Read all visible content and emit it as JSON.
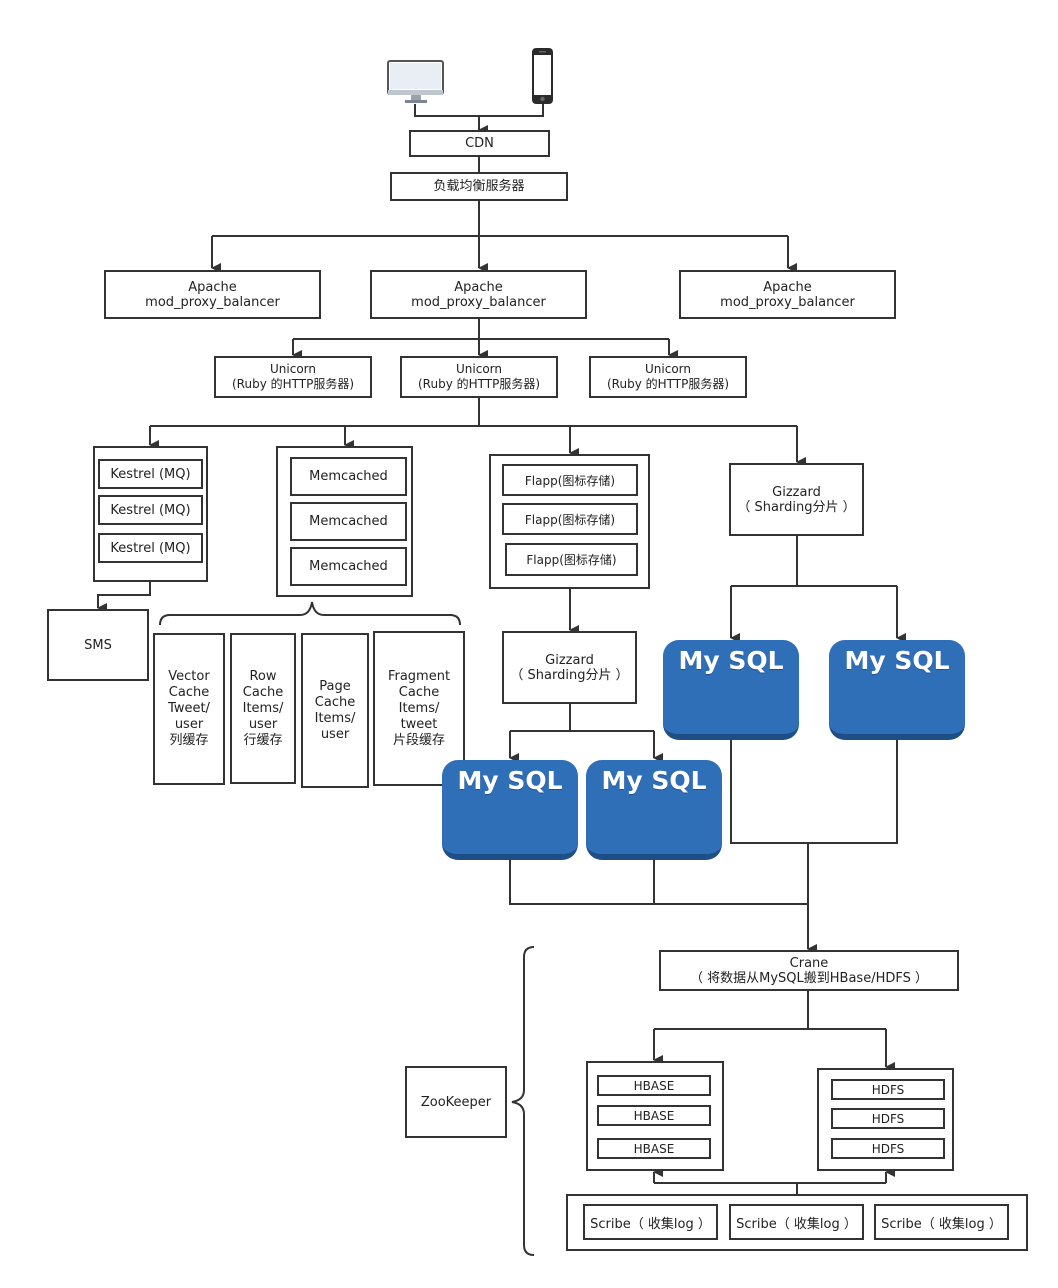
{
  "clients": {
    "desktop_icon": "desktop-monitor-icon",
    "phone_icon": "mobile-phone-icon"
  },
  "cdn": "CDN",
  "load_balancer": "负载均衡服务器",
  "apache": [
    {
      "line1": "Apache",
      "line2": "mod_proxy_balancer"
    },
    {
      "line1": "Apache",
      "line2": "mod_proxy_balancer"
    },
    {
      "line1": "Apache",
      "line2": "mod_proxy_balancer"
    }
  ],
  "unicorn": [
    {
      "line1": "Unicorn",
      "line2": "(Ruby 的HTTP服务器)"
    },
    {
      "line1": "Unicorn",
      "line2": "(Ruby 的HTTP服务器)"
    },
    {
      "line1": "Unicorn",
      "line2": "(Ruby 的HTTP服务器)"
    }
  ],
  "kestrel": [
    "Kestrel (MQ)",
    "Kestrel (MQ)",
    "Kestrel (MQ)"
  ],
  "sms": "SMS",
  "memcached": [
    "Memcached",
    "Memcached",
    "Memcached"
  ],
  "caches": [
    "Vector\nCache\nTweet/\nuser\n列缓存",
    "Row\nCache\nItems/\nuser\n行缓存",
    "Page\nCache\nItems/\nuser",
    "Fragment\nCache\nItems/\ntweet\n片段缓存"
  ],
  "flapp": [
    "Flapp(图标存储)",
    "Flapp(图标存储)",
    "Flapp(图标存储)"
  ],
  "gizzard_left": {
    "line1": "Gizzard",
    "line2": "（ Sharding分片 ）"
  },
  "gizzard_right": {
    "line1": "Gizzard",
    "line2": "（ Sharding分片 ）"
  },
  "mysql_label": "My SQL",
  "crane": {
    "line1": "Crane",
    "line2": "（ 将数据从MySQL搬到HBase/HDFS ）"
  },
  "zookeeper": "ZooKeeper",
  "hbase": [
    "HBASE",
    "HBASE",
    "HBASE"
  ],
  "hdfs": [
    "HDFS",
    "HDFS",
    "HDFS"
  ],
  "scribe": [
    "Scribe（ 收集log ）",
    "Scribe（ 收集log ）",
    "Scribe（ 收集log ）"
  ],
  "colors": {
    "line": "#333333",
    "mysql_fill": "#2f6fb8",
    "mysql_shadow": "#1f4e86",
    "mysql_text": "#ffffff"
  }
}
